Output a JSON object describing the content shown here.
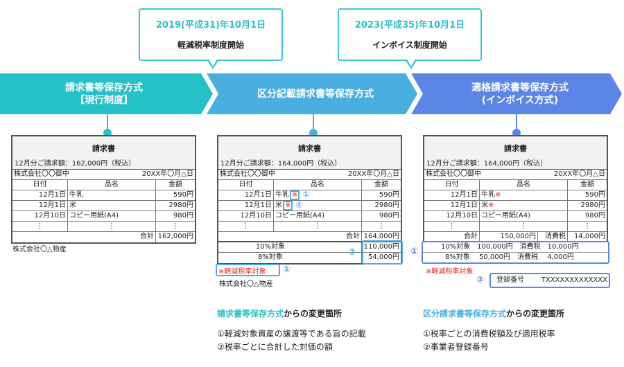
{
  "callouts": [
    {
      "date": "2019(平成31)年10月1日",
      "event": "軽減税率制度開始"
    },
    {
      "date": "2023(平成35)年10月1日",
      "event": "インボイス制度開始"
    }
  ],
  "stages": [
    {
      "line1": "請求書等保存方式",
      "line2": "【現行制度】"
    },
    {
      "line1": "区分記載請求書等保存方式"
    },
    {
      "line1": "適格請求書等保存方式",
      "line2": "(インボイス方式)"
    }
  ],
  "colors": {
    "stage1": "#26c0c9",
    "stage2": "#4aaee0",
    "stage3": "#5b86e5",
    "red": "#e8231e"
  },
  "invoice_common": {
    "title": "請求書",
    "customer": "株式会社〇〇御中",
    "date": "20XX年〇月△日",
    "headers": [
      "日付",
      "品名",
      "金額"
    ],
    "dots": "⋮",
    "total_label": "合計",
    "issuer": "株式会社〇△物産",
    "mark": "※",
    "reduced_note": "※軽減税率対象"
  },
  "invoices": [
    {
      "billing": "12月分ご請求額：162,000円（税込）",
      "items": [
        {
          "date": "12月1日",
          "name": "牛乳",
          "amount": "590円"
        },
        {
          "date": "12月1日",
          "name": "米",
          "amount": "2980円"
        },
        {
          "date": "12月10日",
          "name": "コピー用紙(A4)",
          "amount": "980円"
        }
      ],
      "total": "162,000円"
    },
    {
      "billing": "12月分ご請求額：164,000円（税込）",
      "items": [
        {
          "date": "12月1日",
          "name": "牛乳",
          "amount": "590円"
        },
        {
          "date": "12月1日",
          "name": "米",
          "amount": "2980円"
        },
        {
          "date": "12月10日",
          "name": "コピー用紙(A4)",
          "amount": "980円"
        }
      ],
      "total": "164,000円",
      "rate10_label": "10%対象",
      "rate10_amount": "110,000円",
      "rate8_label": "8%対象",
      "rate8_amount": "54,000円"
    },
    {
      "billing": "12月分ご請求額：164,000円（税込）",
      "items": [
        {
          "date": "12月1日",
          "name": "牛乳",
          "amount": "590円"
        },
        {
          "date": "12月1日",
          "name": "米",
          "amount": "2980円"
        },
        {
          "date": "12月10日",
          "name": "コピー用紙(A4)",
          "amount": "980円"
        }
      ],
      "total": "150,000円",
      "tax_label": "消費税",
      "tax_total": "14,000円",
      "rate10_line": "10%対象　100,000円　消費税　10,000円",
      "rate8_line": "8%対象　 50,000円　消費税　 4,000円",
      "reg_label": "登録番号",
      "reg_value": "TXXXXXXXXXXXXX"
    }
  ],
  "markers": {
    "one": "①",
    "two": "②"
  },
  "changes": [
    {
      "from": "請求書等保存方式",
      "suffix": "からの変更箇所",
      "items": [
        "①軽減対象資産の譲渡等である旨の記載",
        "②税率ごとに合計した対価の額"
      ]
    },
    {
      "from": "区分請求書等保存方式",
      "suffix": "からの変更箇所",
      "items": [
        "①税率ごとの消費税額及び適用税率",
        "②事業者登録番号"
      ]
    }
  ]
}
